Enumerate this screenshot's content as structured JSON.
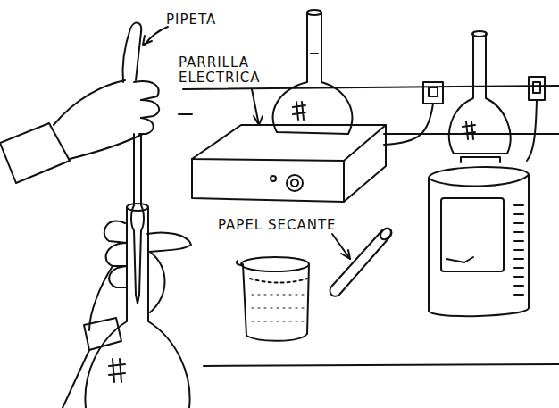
{
  "diagram": {
    "labels": [
      "PIPETA",
      "PARRILLA ELECTRICA",
      "PAPEL SECANTE"
    ]
  }
}
